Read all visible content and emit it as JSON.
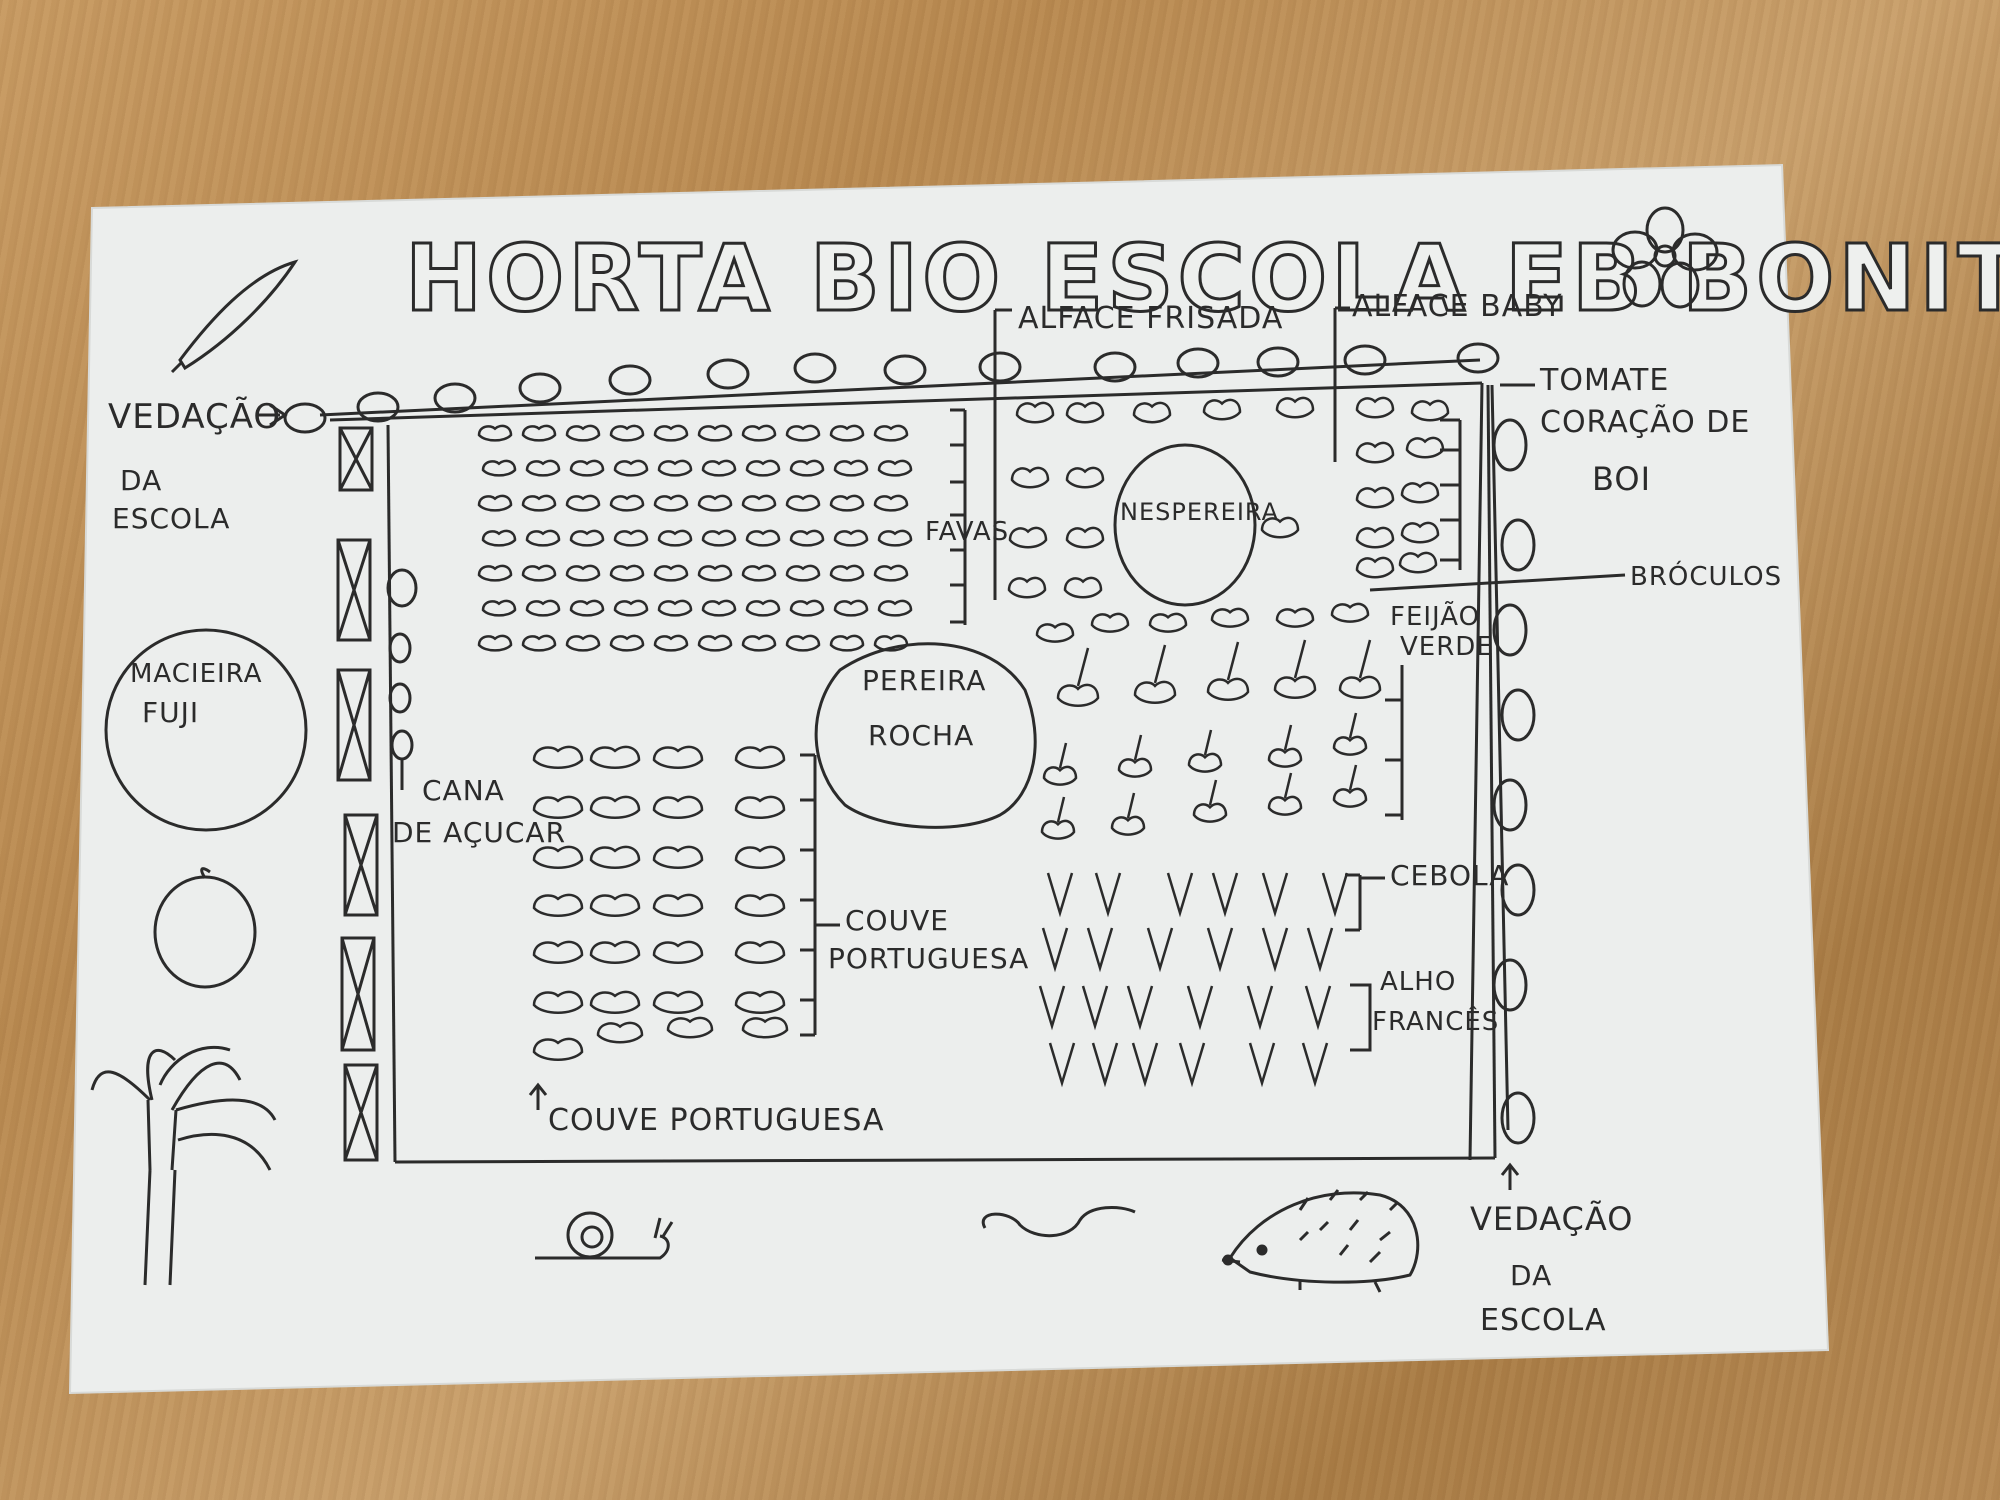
{
  "title": "HORTA BIO ESCOLA EB BONITO",
  "labels": {
    "vedacao_left_1": "VEDAÇÃO",
    "vedacao_left_2": "DA",
    "vedacao_left_3": "ESCOLA",
    "macieira_1": "MACIEIRA",
    "macieira_2": "FUJI",
    "cana_1": "CANA",
    "cana_2": "DE AÇUCAR",
    "alface_frisada": "ALFACE FRISADA",
    "alface_baby": "ALFACE BABY",
    "tomate_1": "TOMATE",
    "tomate_2": "CORAÇÃO DE",
    "tomate_3": "BOI",
    "favas": "FAVAS",
    "nespereira": "NESPEREIRA",
    "brocolos": "BRÓCULOS",
    "feijao_1": "FEIJÃO",
    "feijao_2": "VERDE",
    "pereira_1": "PEREIRA",
    "pereira_2": "ROCHA",
    "couve_1": "COUVE",
    "couve_2": "PORTUGUESA",
    "couve_bottom": "COUVE PORTUGUESA",
    "cebola": "CEBOLA",
    "alho_1": "ALHO",
    "alho_2": "FRANCÊS",
    "vedacao_right_1": "VEDAÇÃO",
    "vedacao_right_2": "DA",
    "vedacao_right_3": "ESCOLA"
  },
  "icons": [
    "flower-icon",
    "leaf-icon",
    "apple-icon",
    "sugarcane-icon",
    "snail-icon",
    "worm-icon",
    "hedgehog-icon"
  ],
  "colors": {
    "ink": "#2b2b2b",
    "paper": "#eef0ee",
    "table": "#c79a62"
  }
}
